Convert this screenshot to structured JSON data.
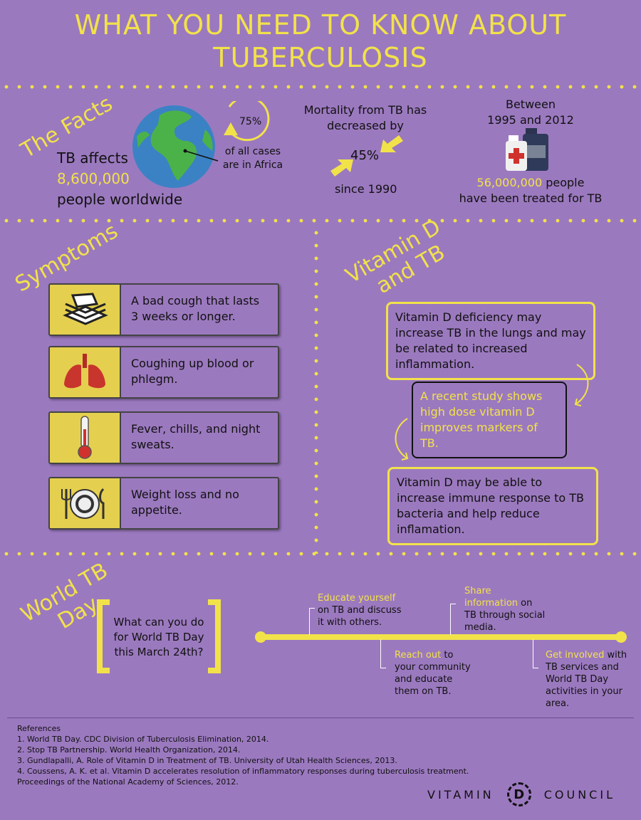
{
  "title": {
    "line1": "WHAT YOU NEED TO KNOW ABOUT",
    "line2": "TUBERCULOSIS"
  },
  "facts": {
    "label": "The Facts",
    "affects_prefix": "TB affects",
    "affects_number": "8,600,000",
    "affects_suffix": "people worldwide",
    "africa_percent": "75%",
    "africa_text_1": "of all cases",
    "africa_text_2": "are in Africa",
    "mortality_line1": "Mortality from TB has",
    "mortality_line2": "decreased by",
    "mortality_percent": "45%",
    "mortality_since": "since 1990",
    "treated_line1": "Between",
    "treated_line2": "1995 and 2012",
    "treated_number": "56,000,000",
    "treated_suffix": "people",
    "treated_line4": "have been treated for TB"
  },
  "symptoms": {
    "label": "Symptoms",
    "items": [
      {
        "icon": "papers-icon",
        "text": "A bad cough that lasts 3 weeks or longer."
      },
      {
        "icon": "lungs-icon",
        "text": "Coughing up blood or phlegm."
      },
      {
        "icon": "thermometer-icon",
        "text": "Fever, chills, and night sweats."
      },
      {
        "icon": "plate-icon",
        "text": "Weight loss and no appetite."
      }
    ]
  },
  "vitamin": {
    "label_line1": "Vitamin D",
    "label_line2": "and TB",
    "box1": "Vitamin D deficiency may increase TB in the lungs and may be related to increased inflammation.",
    "box2": "A recent study shows high dose vitamin D improves markers of TB.",
    "box3": "Vitamin D may be able to increase immune response to TB bacteria and help reduce inflamation."
  },
  "world_day": {
    "label_line1": "World TB",
    "label_line2": "Day",
    "question": "What can you do for World TB Day this March 24th?",
    "steps": [
      {
        "highlight": "Educate yourself",
        "rest": "on TB and discuss it with others."
      },
      {
        "highlight": "Reach out",
        "rest": "to your community and educate them on TB."
      },
      {
        "highlight": "Share information",
        "rest": "on TB through social media."
      },
      {
        "highlight": "Get involved",
        "rest": "with TB services and World TB Day activities in your area."
      }
    ]
  },
  "references": {
    "heading": "References",
    "items": [
      "1. World TB Day. CDC Division of Tuberculosis Elimination, 2014.",
      "2. Stop TB Partnership. World Health Organization, 2014.",
      "3. Gundlapalli, A. Role of Vitamin D in Treatment of TB. University of Utah Health Sciences, 2013.",
      "4. Coussens, A. K. et al. Vitamin D accelerates resolution of inflammatory responses during tuberculosis treatment.",
      "Proceedings of the National Academy of Sciences, 2012."
    ]
  },
  "brand": {
    "left": "VITAMIN",
    "mark": "D",
    "right": "COUNCIL"
  },
  "colors": {
    "background": "#9b79bf",
    "accent": "#f2e24a",
    "icon_bg": "#e5cf4f"
  }
}
